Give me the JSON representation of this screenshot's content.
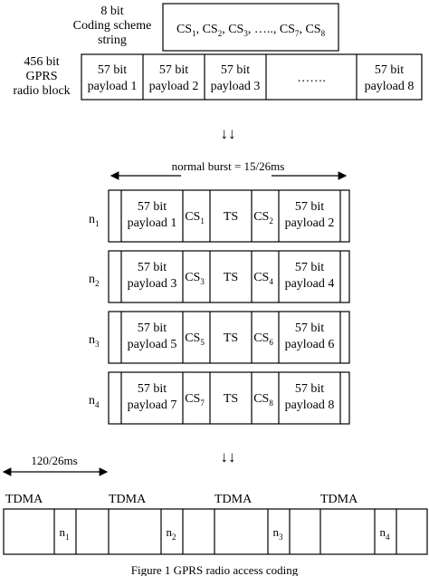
{
  "top": {
    "coding_label": [
      "8 bit",
      "Coding scheme",
      "string"
    ],
    "coding_string": [
      "CS",
      "1",
      ", CS",
      "2",
      ", CS",
      "3",
      ", ….., CS",
      "7",
      ", CS",
      "8"
    ],
    "block_label": [
      "456 bit",
      "GPRS",
      "radio block"
    ],
    "payload_prefix": "57 bit",
    "payloads": [
      "payload 1",
      "payload 2",
      "payload 3",
      "payload 8"
    ],
    "ellipsis": "……."
  },
  "arrows": "↓↓",
  "burst_label": "normal burst = 15/26ms",
  "bursts": [
    {
      "n": "n",
      "sub": "1",
      "left": [
        "57 bit",
        "payload 1"
      ],
      "cs_a": [
        "CS",
        "1"
      ],
      "ts": "TS",
      "cs_b": [
        "CS",
        "2"
      ],
      "right": [
        "57 bit",
        "payload 2"
      ]
    },
    {
      "n": "n",
      "sub": "2",
      "left": [
        "57 bit",
        "payload 3"
      ],
      "cs_a": [
        "CS",
        "3"
      ],
      "ts": "TS",
      "cs_b": [
        "CS",
        "4"
      ],
      "right": [
        "57 bit",
        "payload 4"
      ]
    },
    {
      "n": "n",
      "sub": "3",
      "left": [
        "57 bit",
        "payload 5"
      ],
      "cs_a": [
        "CS",
        "5"
      ],
      "ts": "TS",
      "cs_b": [
        "CS",
        "6"
      ],
      "right": [
        "57 bit",
        "payload 6"
      ]
    },
    {
      "n": "n",
      "sub": "4",
      "left": [
        "57 bit",
        "payload 7"
      ],
      "cs_a": [
        "CS",
        "7"
      ],
      "ts": "TS",
      "cs_b": [
        "CS",
        "8"
      ],
      "right": [
        "57 bit",
        "payload 8"
      ]
    }
  ],
  "frame_label": "120/26ms",
  "tdma": [
    "TDMA",
    "TDMA",
    "TDMA",
    "TDMA"
  ],
  "tdma_slots": [
    [
      "n",
      "1"
    ],
    [
      "n",
      "2"
    ],
    [
      "n",
      "3"
    ],
    [
      "n",
      "4"
    ]
  ],
  "caption": "Figure 1    GPRS radio access coding"
}
